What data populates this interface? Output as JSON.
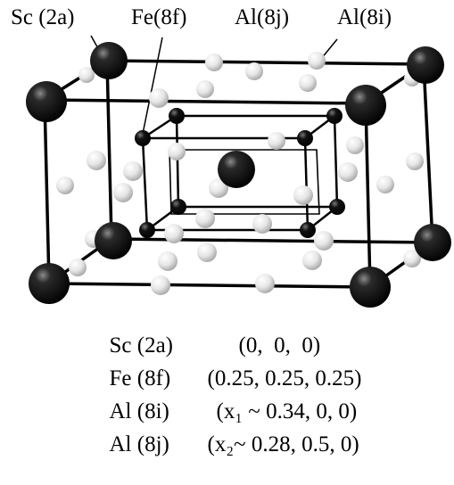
{
  "labels": {
    "sc": "Sc (2a)",
    "fe": "Fe(8f)",
    "al_8j": "Al(8j)",
    "al_8i": "Al(8i)"
  },
  "positions": [
    {
      "site": "Sc (2a)",
      "coords": "(0,  0,  0)"
    },
    {
      "site": "Fe (8f)",
      "coords": "(0.25, 0.25, 0.25)"
    },
    {
      "site": "Al (8i)",
      "coords": "(x₁ ~ 0.34, 0, 0)"
    },
    {
      "site": "Al (8j)",
      "coords": "(x₂~ 0.28, 0.5, 0)"
    }
  ],
  "colors": {
    "sc_atom": "#111111",
    "fe_atom": "#1a1a1a",
    "al_atom": "#dcdcdc",
    "bond": "#000000"
  }
}
